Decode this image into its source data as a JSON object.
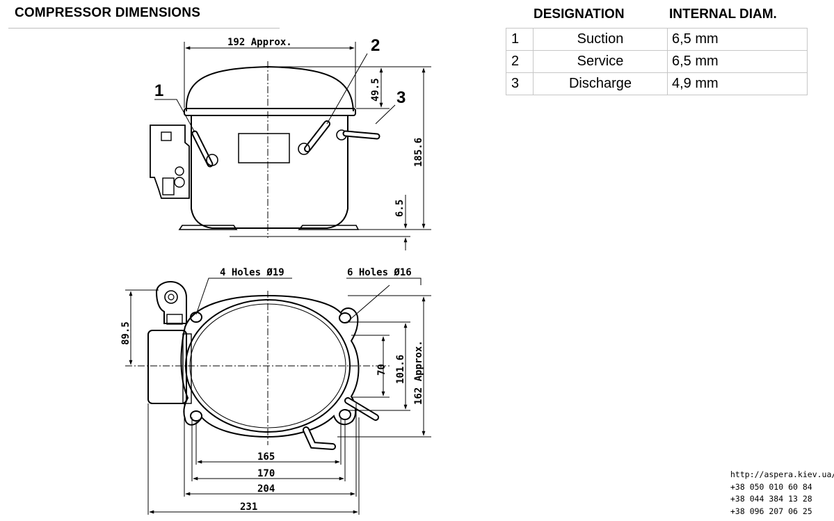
{
  "header": {
    "title": "COMPRESSOR DIMENSIONS",
    "col_designation": "DESIGNATION",
    "col_internal_diam": "INTERNAL DIAM."
  },
  "connections": [
    {
      "number": "1",
      "name": "Suction",
      "diam": "6,5 mm"
    },
    {
      "number": "2",
      "name": "Service",
      "diam": "6,5 mm"
    },
    {
      "number": "3",
      "name": "Discharge",
      "diam": "4,9 mm"
    }
  ],
  "side_view": {
    "callout_1": "1",
    "callout_2": "2",
    "callout_3": "3",
    "width_label": "192 Approx.",
    "top_label": "49.5",
    "height_label": "185.6",
    "base_label": "6.5"
  },
  "top_view": {
    "holes_left": "4 Holes Ø19",
    "holes_right": "6 Holes Ø16",
    "left_offset_label": "89.5",
    "dim_70": "70",
    "dim_101_6": "101.6",
    "dim_162": "162 Approx.",
    "dim_165": "165",
    "dim_170": "170",
    "dim_204": "204",
    "dim_231": "231"
  },
  "contacts": {
    "url": "http://aspera.kiev.ua/",
    "phone_1": "+38 050 010 60 84",
    "phone_2": "+38 044 384 13 28",
    "phone_3": "+38 096 207 06 25"
  }
}
